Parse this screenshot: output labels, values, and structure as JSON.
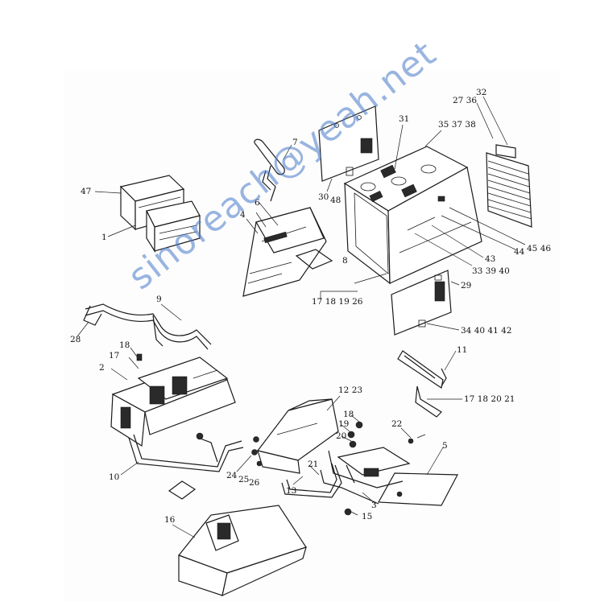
{
  "diagram": {
    "labels": [
      {
        "id": "47",
        "text": "47"
      },
      {
        "id": "1",
        "text": "1"
      },
      {
        "id": "7",
        "text": "7"
      },
      {
        "id": "6",
        "text": "6"
      },
      {
        "id": "4",
        "text": "4"
      },
      {
        "id": "8",
        "text": "8"
      },
      {
        "id": "30",
        "text": "30"
      },
      {
        "id": "48",
        "text": "48"
      },
      {
        "id": "31",
        "text": "31"
      },
      {
        "id": "35_37_38",
        "text": "35  37  38"
      },
      {
        "id": "27_36",
        "text": "27  36"
      },
      {
        "id": "32",
        "text": "32"
      },
      {
        "id": "45_46",
        "text": "45  46"
      },
      {
        "id": "44",
        "text": "44"
      },
      {
        "id": "43",
        "text": "43"
      },
      {
        "id": "33_39_40",
        "text": "33  39  40"
      },
      {
        "id": "29",
        "text": "29"
      },
      {
        "id": "17_18_19_26",
        "text": "17  18  19  26"
      },
      {
        "id": "34_40_41_42",
        "text": "34  40  41  42"
      },
      {
        "id": "9",
        "text": "9"
      },
      {
        "id": "28",
        "text": "28"
      },
      {
        "id": "18a",
        "text": "18"
      },
      {
        "id": "17a",
        "text": "17"
      },
      {
        "id": "2",
        "text": "2"
      },
      {
        "id": "11",
        "text": "11"
      },
      {
        "id": "17_18_20_21",
        "text": "17  18  20  21"
      },
      {
        "id": "12_23",
        "text": "12  23"
      },
      {
        "id": "18b",
        "text": "18"
      },
      {
        "id": "19",
        "text": "19"
      },
      {
        "id": "20",
        "text": "20"
      },
      {
        "id": "22",
        "text": "22"
      },
      {
        "id": "5",
        "text": "5"
      },
      {
        "id": "21",
        "text": "21"
      },
      {
        "id": "10",
        "text": "10"
      },
      {
        "id": "24",
        "text": "24"
      },
      {
        "id": "25",
        "text": "25"
      },
      {
        "id": "26",
        "text": "26"
      },
      {
        "id": "13",
        "text": "13"
      },
      {
        "id": "3",
        "text": "3"
      },
      {
        "id": "15",
        "text": "15"
      },
      {
        "id": "16",
        "text": "16"
      }
    ],
    "watermark": "sinoreach@yeah.net"
  }
}
